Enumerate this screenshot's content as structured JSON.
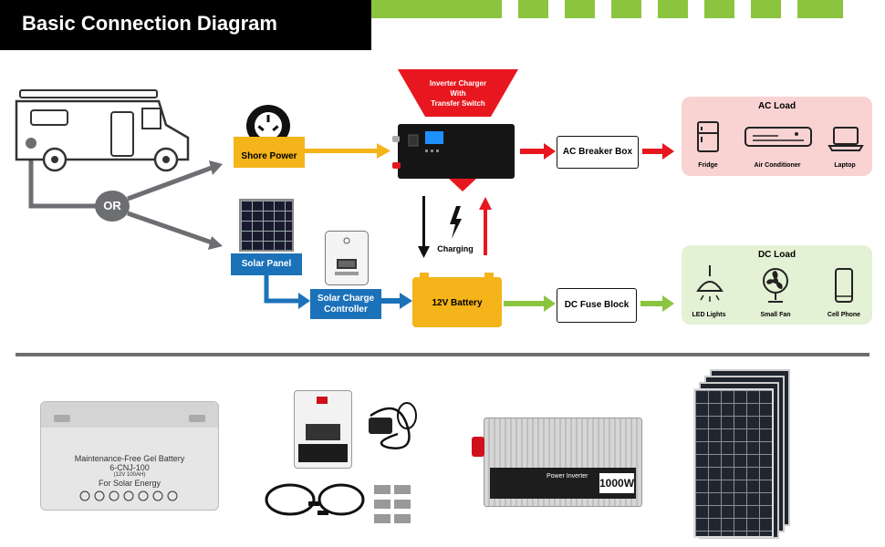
{
  "header": {
    "title": "Basic Connection Diagram"
  },
  "diagram": {
    "shore_power": "Shore Power",
    "or_label": "OR",
    "solar_panel": "Solar Panel",
    "controller_line1": "Solar Charge",
    "controller_line2": "Controller",
    "inverter_line1": "Inverter Charger",
    "inverter_line2": "With",
    "inverter_line3": "Transfer Switch",
    "charging": "Charging",
    "battery": "12V Battery",
    "ac_breaker": "AC Breaker Box",
    "dc_fuse": "DC Fuse Block",
    "ac_load": {
      "title": "AC Load",
      "items": [
        "Fridge",
        "Air Conditioner",
        "Laptop"
      ]
    },
    "dc_load": {
      "title": "DC Load",
      "items": [
        "LED Lights",
        "Small Fan",
        "Cell Phone"
      ]
    }
  },
  "products": {
    "battery_label": {
      "line1": "Maintenance-Free Gel Battery",
      "line2": "6-CNJ-100",
      "line3": "(12V 100AH)",
      "line4": "For Solar Energy"
    },
    "inverter_label": "Power Inverter",
    "inverter_watt": "1000W"
  },
  "colors": {
    "yellow": "#f4b41a",
    "blue": "#1b72b9",
    "red": "#e8171f",
    "green": "#8bc53f",
    "gray": "#6d6e71",
    "ac_panel": "#f9d2d2",
    "dc_panel": "#e3f1d4"
  }
}
